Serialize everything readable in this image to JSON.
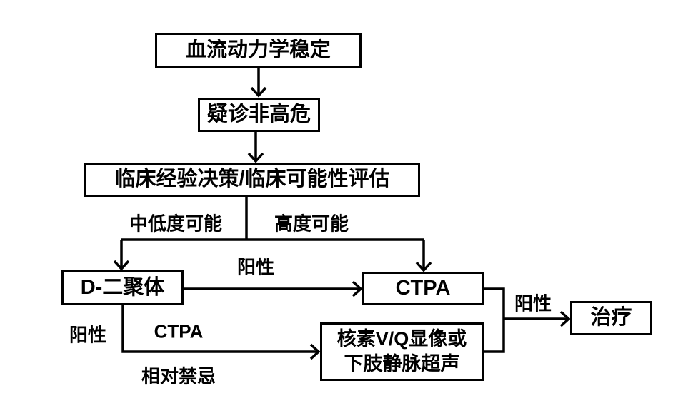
{
  "diagram": {
    "type": "flowchart",
    "colors": {
      "line": "#000000",
      "background": "#ffffff",
      "text": "#000000"
    },
    "nodes": {
      "hemodynamic_stable": "血流动力学稳定",
      "suspected_non_high_risk": "疑诊非高危",
      "clinical_assessment": "临床经验决策/临床可能性评估",
      "d_dimer": "D-二聚体",
      "ctpa": "CTPA",
      "vq_scan_or_ultrasound": "核素V/Q显像或\n下肢静脉超声",
      "treatment": "治疗"
    },
    "edge_labels": {
      "low_moderate_probability": "中低度可能",
      "high_probability": "高度可能",
      "positive_to_ctpa": "阳性",
      "positive_left": "阳性",
      "ctpa_contraindicated_line1": "CTPA",
      "ctpa_contraindicated_line2": "相对禁忌",
      "positive_to_treatment": "阳性"
    }
  }
}
